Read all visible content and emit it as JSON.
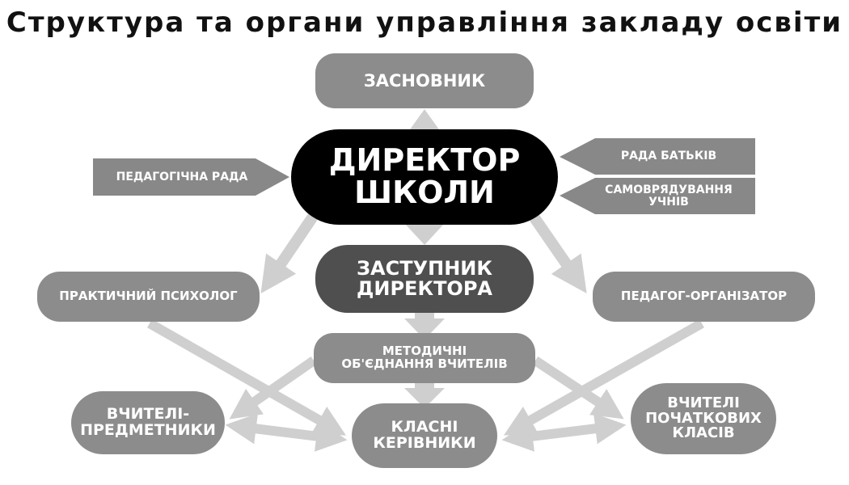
{
  "title": "Структура та органи управління закладу освіти",
  "colors": {
    "dark": "#000000",
    "dark_gray": "#4f4f4f",
    "medium_gray": "#8c8c8c",
    "arrow": "#cfcfcf",
    "side_arrow": "#888888"
  },
  "nodes": {
    "founder": "ЗАСНОВНИК",
    "director": [
      "ДИРЕКТОР",
      "ШКОЛИ"
    ],
    "pedagogical_council": "ПЕДАГОГІЧНА РАДА",
    "parents_council": "РАДА БАТЬКІВ",
    "student_self_government": [
      "САМОВРЯДУВАННЯ",
      "УЧНІВ"
    ],
    "deputy_director": [
      "ЗАСТУПНИК",
      "ДИРЕКТОРА"
    ],
    "psychologist": "ПРАКТИЧНИЙ ПСИХОЛОГ",
    "organizer": "ПЕДАГОГ-ОРГАНІЗАТОР",
    "methodical_associations": [
      "МЕТОДИЧНІ",
      "ОБ'ЄДНАННЯ ВЧИТЕЛІВ"
    ],
    "subject_teachers": [
      "ВЧИТЕЛІ-",
      "ПРЕДМЕТНИКИ"
    ],
    "class_teachers": [
      "КЛАСНІ",
      "КЕРІВНИКИ"
    ],
    "primary_teachers": [
      "ВЧИТЕЛІ",
      "ПОЧАТКОВИХ",
      "КЛАСІВ"
    ]
  }
}
